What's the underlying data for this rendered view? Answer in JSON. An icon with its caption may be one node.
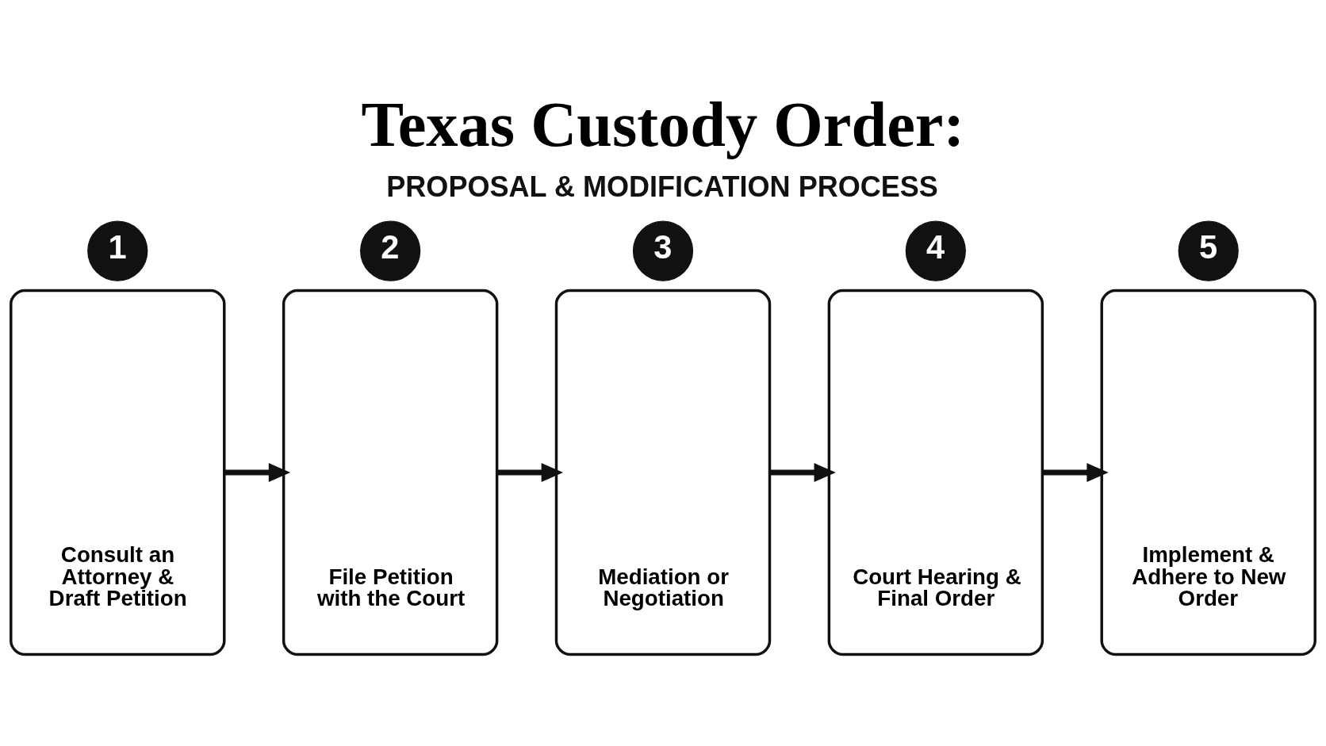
{
  "diagram": {
    "title": "Texas Custody Order:",
    "nodes": [
      {
        "text": [
          "1"
        ]
      },
      {
        "text": [
          "Consult an Attorney & Draft Petition"
        ]
      },
      {
        "text": [
          "2"
        ]
      },
      {
        "text": [
          "File Petition with the Court"
        ]
      },
      {
        "text": [
          "3"
        ]
      },
      {
        "text": [
          "Mediation or Negotiation"
        ]
      },
      {
        "text": [
          "4"
        ]
      },
      {
        "text": [
          "Court Hearing & Final Order"
        ]
      },
      {
        "text": [
          "5"
        ]
      },
      {
        "text": [
          "Implement & Adhere to New Order"
        ]
      }
    ],
    "edges": [
      {
        "from": 1,
        "to": 3,
        "arrow": "to"
      },
      {
        "from": 3,
        "to": 5,
        "arrow": "to"
      },
      {
        "from": 5,
        "to": 7,
        "arrow": "to"
      },
      {
        "from": 7,
        "to": 9,
        "arrow": "to"
      }
    ],
    "labels": [
      "PROPOSAL & MODIFICATION PROCESS"
    ]
  }
}
